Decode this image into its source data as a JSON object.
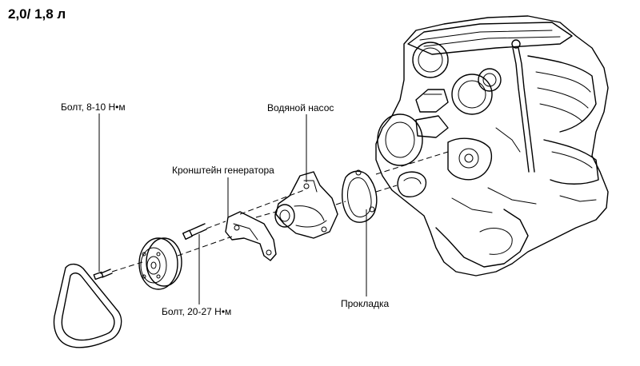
{
  "title": "2,0/ 1,8 л",
  "labels": {
    "bolt_small": "Болт, 8-10 Н•м",
    "water_pump": "Водяной насос",
    "alternator_bracket": "Кронштейн генератора",
    "bolt_large": "Болт, 20-27 Н•м",
    "gasket": "Прокладка"
  },
  "colors": {
    "line": "#000000",
    "background": "#ffffff"
  }
}
